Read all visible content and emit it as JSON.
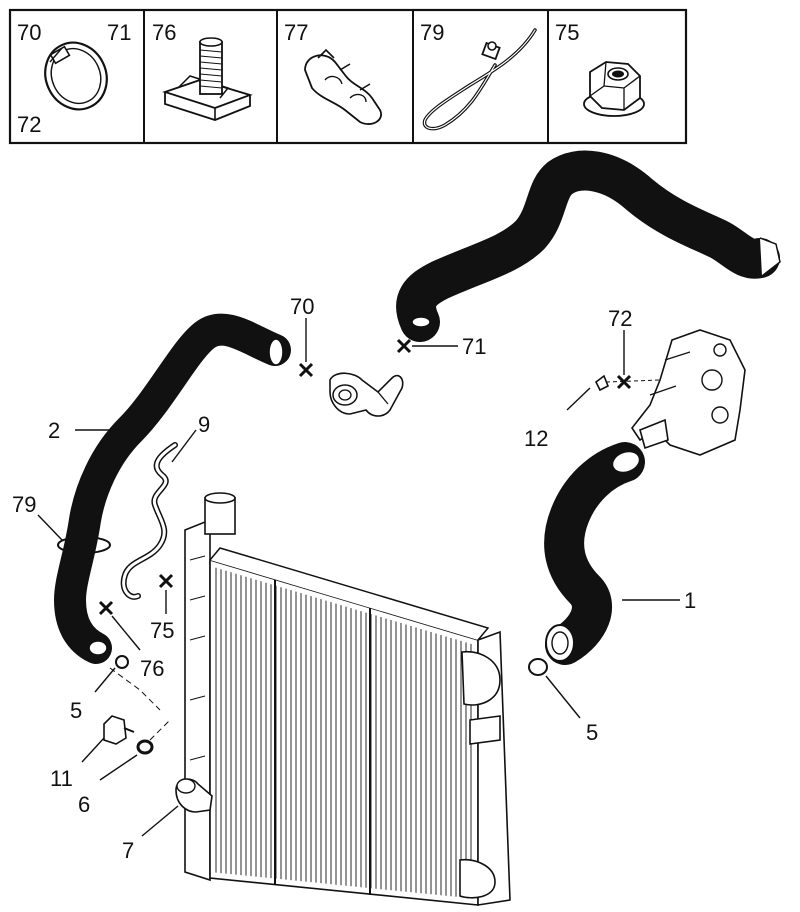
{
  "legend": {
    "cells": [
      {
        "labels": [
          "70",
          "71",
          "72"
        ],
        "icon": "hose-clamp-icon"
      },
      {
        "labels": [
          "76"
        ],
        "icon": "cage-nut-icon"
      },
      {
        "labels": [
          "77"
        ],
        "icon": "hose-clip-icon"
      },
      {
        "labels": [
          "79"
        ],
        "icon": "cable-tie-icon"
      },
      {
        "labels": [
          "75"
        ],
        "icon": "flange-nut-icon"
      }
    ]
  },
  "callouts": {
    "c70": "70",
    "c71": "71",
    "c72": "72",
    "c2": "2",
    "c9": "9",
    "c12": "12",
    "c79": "79",
    "c1": "1",
    "c75": "75",
    "c76": "76",
    "c5a": "5",
    "c5b": "5",
    "c11": "11",
    "c6": "6",
    "c7": "7"
  },
  "colors": {
    "ink": "#111111",
    "paper": "#ffffff",
    "watermark": "#e6e6e6"
  }
}
